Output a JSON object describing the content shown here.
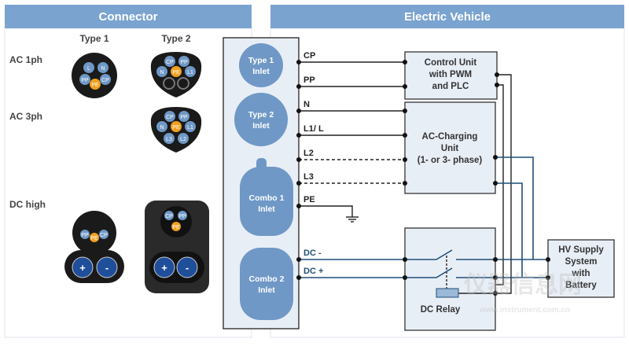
{
  "connector": {
    "title": "Connector",
    "columns": [
      "Type 1",
      "Type 2"
    ],
    "rows": [
      "AC 1ph",
      "AC 3ph",
      "DC high"
    ],
    "type1_pins": [
      "L",
      "N",
      "PP",
      "PE",
      "CP"
    ],
    "type2_ac1_pins": [
      "CP",
      "PP",
      "N",
      "PE",
      "L1"
    ],
    "type2_ac3_pins": [
      "CP",
      "PP",
      "N",
      "PE",
      "L1",
      "L3",
      "L2"
    ],
    "combo1_pins": [
      "PP",
      "PE",
      "CP",
      "+",
      "-"
    ],
    "combo2_pins": [
      "CP",
      "PP",
      "PE",
      "+",
      "-"
    ]
  },
  "vehicle": {
    "title": "Electric Vehicle",
    "inlets": [
      [
        "Type 1",
        "Inlet"
      ],
      [
        "Type 2",
        "Inlet"
      ],
      [
        "Combo 1",
        "Inlet"
      ],
      [
        "Combo 2",
        "Inlet"
      ]
    ],
    "wires": [
      "CP",
      "PP",
      "N",
      "L1/ L",
      "L2",
      "L3",
      "PE",
      "DC -",
      "DC +"
    ],
    "control_unit": [
      "Control Unit",
      "with PWM",
      "and PLC"
    ],
    "ac_unit": [
      "AC-Charging",
      "Unit",
      "(1- or 3- phase)"
    ],
    "dc_relay": "DC Relay",
    "hv_supply": [
      "HV Supply",
      "System",
      "with",
      "Battery"
    ]
  },
  "watermark": [
    "仪器信息网",
    "www.instrument.com.cn"
  ],
  "colors": {
    "header": "#7ba3cf",
    "inlet": "#6f98c6",
    "box_fill": "#e8eef6",
    "pin_blue": "#6f98c6",
    "pin_orange": "#f0a020",
    "dc_wire": "#1f4e79"
  }
}
